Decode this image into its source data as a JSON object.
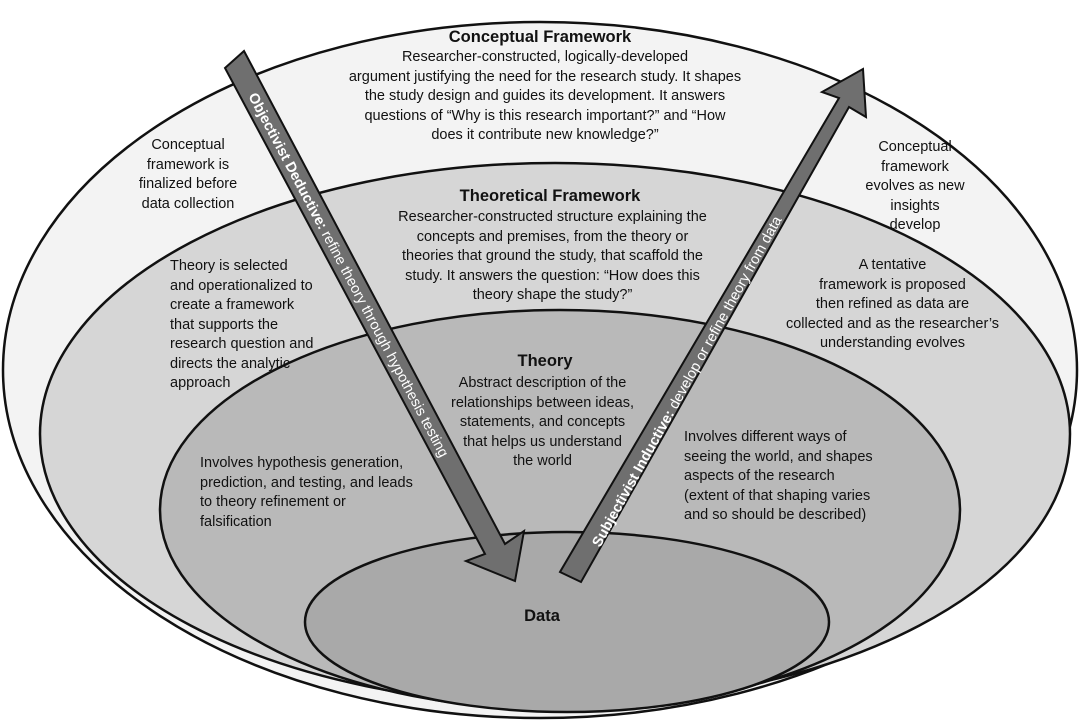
{
  "colors": {
    "outer_fill": "#f3f3f3",
    "theoretical_fill": "#d6d6d6",
    "theory_fill": "#b9b9b9",
    "data_fill": "#a9a9a9",
    "stroke": "#111111",
    "arrow_fill": "#6f6f6f"
  },
  "conceptual": {
    "title": "Conceptual Framework",
    "body": "Researcher-constructed, logically-developed\nargument justifying the need for the research study. It shapes\nthe study design and guides its development. It answers\nquestions of “Why is this research important?” and “How\ndoes it contribute new knowledge?”",
    "left_note": "Conceptual\nframework is\nfinalized before\ndata collection",
    "right_note": "Conceptual\nframework\nevolves as new\ninsights\ndevelop"
  },
  "theoretical": {
    "title": "Theoretical Framework",
    "body": "Researcher-constructed structure explaining the\nconcepts and premises, from the theory or\ntheories that ground the study, that scaffold the\nstudy. It answers the question: “How does this\ntheory shape the study?”",
    "left_note": "Theory is selected\nand operationalized to\ncreate a framework\nthat supports the\nresearch question and\ndirects the analytic\napproach",
    "right_note": "A tentative\nframework is proposed\nthen refined as data are\ncollected and as the researcher’s\nunderstanding evolves"
  },
  "theory": {
    "title": "Theory",
    "body": "Abstract description of the\nrelationships between ideas,\nstatements, and concepts\nthat helps us understand\nthe world",
    "left_note": "Involves hypothesis generation,\nprediction, and testing, and leads\nto theory refinement or\nfalsification",
    "right_note": "Involves different ways of\nseeing the world, and shapes\naspects of the research\n(extent of that shaping varies\nand so should be described)"
  },
  "data": {
    "label": "Data"
  },
  "arrows": {
    "deductive_bold": "Objectivist Deductive:",
    "deductive_rest": " refine theory through hypothesis testing",
    "inductive_bold": "Subjectivist Inductive:",
    "inductive_rest": " develop or refine theory from data"
  }
}
